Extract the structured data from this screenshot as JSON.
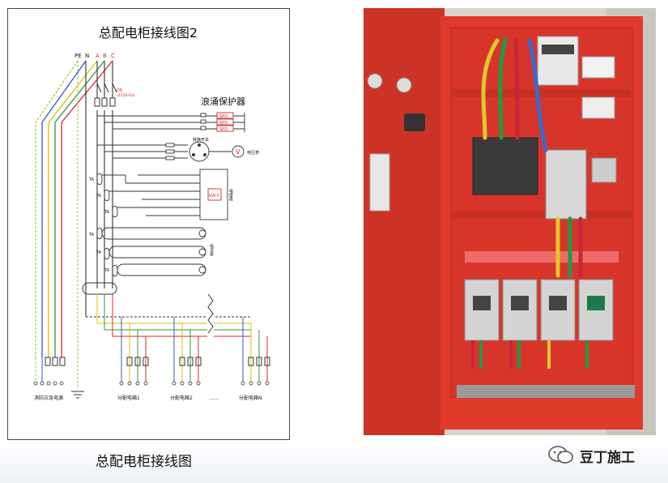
{
  "diagram": {
    "title": "总配电柜接线图2",
    "bus_labels": {
      "pe": "PE",
      "n": "N",
      "a": "A",
      "b": "B",
      "c": "C"
    },
    "surge_title": "浪涌保护器",
    "spd_label": "SPD",
    "switch_label": "转换开关",
    "voltmeter_symbol": "V",
    "voltmeter_label": "电压表",
    "ta_label": "TA",
    "meter_symbol": "KW·h",
    "energy_meter_label": "电度表",
    "ammeter_label": "电流表",
    "breaker_tag": "DK",
    "breaker_model": "(4128-63)",
    "outputs": {
      "fire": "消防应急电源",
      "box1": "分配电箱1",
      "box2": "分配电箱2",
      "ellipsis": "……",
      "boxn": "分配电箱N"
    }
  },
  "caption": "总配电柜接线图",
  "brand": {
    "name": "豆丁施工"
  },
  "colors": {
    "phase_a": "#d4c400",
    "phase_b": "#2a9a3c",
    "phase_c": "#d42a2a",
    "neutral": "#3355cc",
    "pe": "#a8c840",
    "cabinet": "#e03a2c"
  }
}
